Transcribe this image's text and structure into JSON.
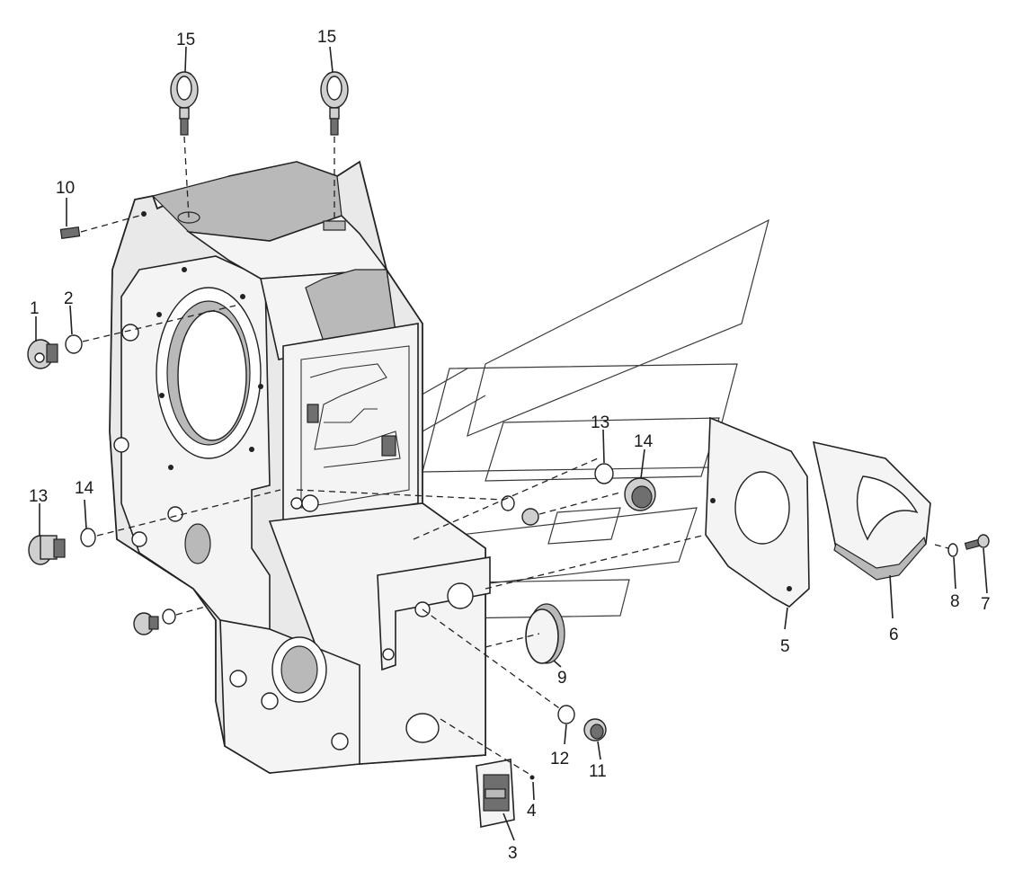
{
  "callouts": [
    {
      "id": "c15a",
      "text": "15"
    },
    {
      "id": "c15b",
      "text": "15"
    },
    {
      "id": "c10",
      "text": "10"
    },
    {
      "id": "c1",
      "text": "1"
    },
    {
      "id": "c2",
      "text": "2"
    },
    {
      "id": "c13a",
      "text": "13"
    },
    {
      "id": "c14a",
      "text": "14"
    },
    {
      "id": "c13b",
      "text": "13"
    },
    {
      "id": "c14b",
      "text": "14"
    },
    {
      "id": "c5",
      "text": "5"
    },
    {
      "id": "c6",
      "text": "6"
    },
    {
      "id": "c8",
      "text": "8"
    },
    {
      "id": "c7",
      "text": "7"
    },
    {
      "id": "c9",
      "text": "9"
    },
    {
      "id": "c12",
      "text": "12"
    },
    {
      "id": "c11",
      "text": "11"
    },
    {
      "id": "c4",
      "text": "4"
    },
    {
      "id": "c3",
      "text": "3"
    }
  ],
  "colors": {
    "ink": "#1a1a1a",
    "paper": "#ffffff",
    "housing_fill": "#e9e9e9"
  }
}
